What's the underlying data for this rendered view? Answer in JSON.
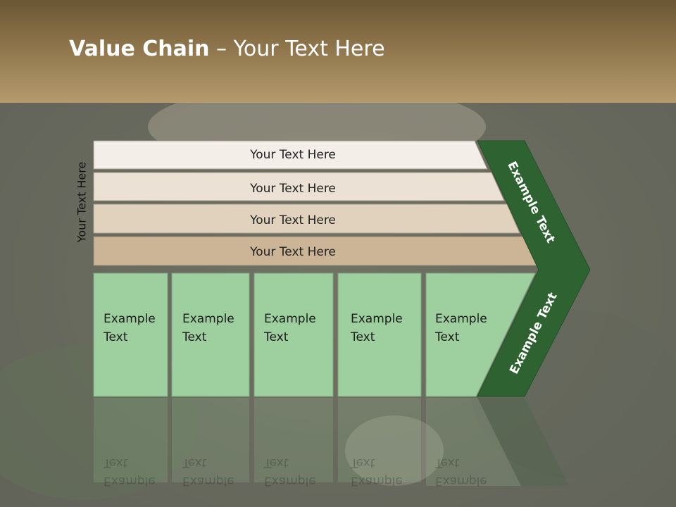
{
  "title": {
    "bold": "Value Chain",
    "rest": " – Your Text Here"
  },
  "vertical_label": "Your Text Here",
  "rows": [
    {
      "label": "Your Text Here",
      "color": "#f3efe8"
    },
    {
      "label": "Your Text Here",
      "color": "#ebe2d5"
    },
    {
      "label": "Your Text Here",
      "color": "#e1d2bd"
    },
    {
      "label": "Your Text Here",
      "color": "#ccb597"
    }
  ],
  "boxes": [
    {
      "line1": "Example",
      "line2": "Text"
    },
    {
      "line1": "Example",
      "line2": "Text"
    },
    {
      "line1": "Example",
      "line2": "Text"
    },
    {
      "line1": "Example",
      "line2": "Text"
    },
    {
      "line1": "Example",
      "line2": "Text"
    }
  ],
  "arrow": {
    "top_label": "Example Text",
    "bottom_label": "Example Text"
  },
  "colors": {
    "box_fill": "#9ecf9e",
    "arrow_fill": "#2e6331"
  }
}
